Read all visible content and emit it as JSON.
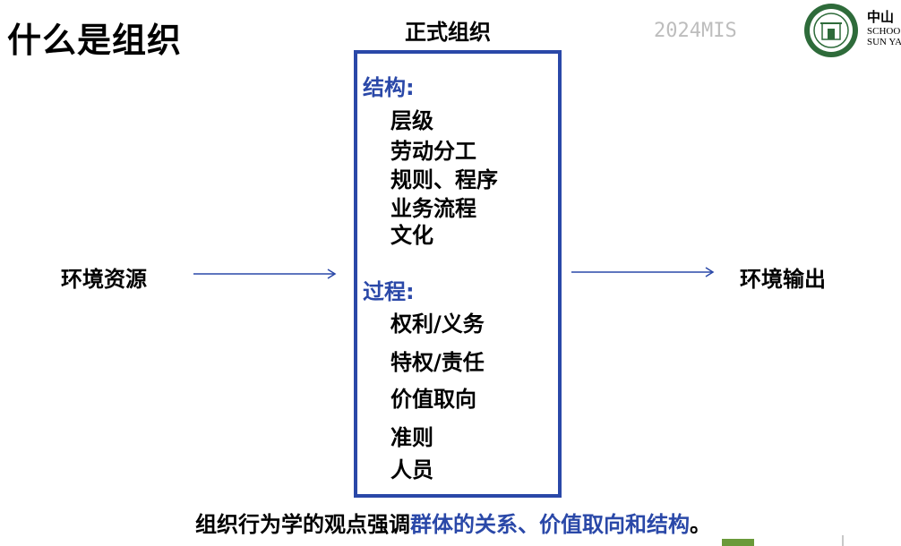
{
  "slide": {
    "title": "什么是组织",
    "watermark": "2024MIS",
    "box_title": "正式组织",
    "logo": {
      "text_line1": "中山",
      "text_line2": "SCHOO",
      "text_line3": "SUN YA"
    },
    "structure": {
      "heading": "结构:",
      "items": [
        "层级",
        "劳动分工",
        "规则、程序",
        "业务流程",
        "文化"
      ]
    },
    "process": {
      "heading": "过程:",
      "items": [
        "权利/义务",
        "特权/责任",
        "价值取向",
        "准则",
        "人员"
      ]
    },
    "input_label": "环境资源",
    "output_label": "环境输出",
    "bottom_prefix": "组织行为学的观点强调",
    "bottom_highlight": "群体的关系、价值取向和结构",
    "bottom_suffix": "。"
  },
  "colors": {
    "accent": "#2a48a8",
    "watermark": "#bdbdbd",
    "logo_green": "#2e6b3a"
  }
}
